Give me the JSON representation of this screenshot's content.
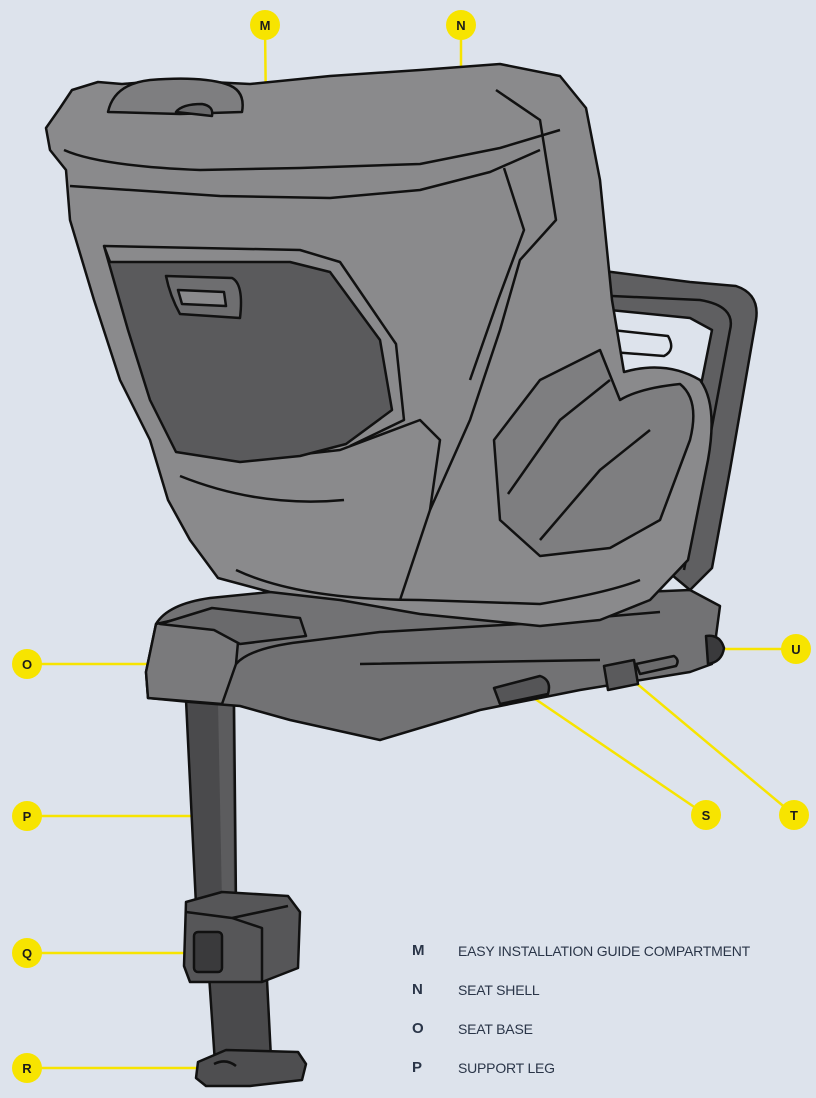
{
  "colors": {
    "background": "#dde3ec",
    "callout": "#f7e400",
    "shell": "#8a8a8c",
    "shell_dark": "#5a5a5c",
    "leg": "#444446",
    "outline": "#111111"
  },
  "callouts": {
    "m": "M",
    "n": "N",
    "o": "O",
    "p": "P",
    "q": "Q",
    "r": "R",
    "s": "S",
    "t": "T",
    "u": "U"
  },
  "legend": [
    {
      "letter": "M",
      "text": "EASY INSTALLATION GUIDE COMPARTMENT"
    },
    {
      "letter": "N",
      "text": "SEAT SHELL"
    },
    {
      "letter": "O",
      "text": "SEAT BASE"
    },
    {
      "letter": "P",
      "text": "SUPPORT LEG"
    }
  ]
}
